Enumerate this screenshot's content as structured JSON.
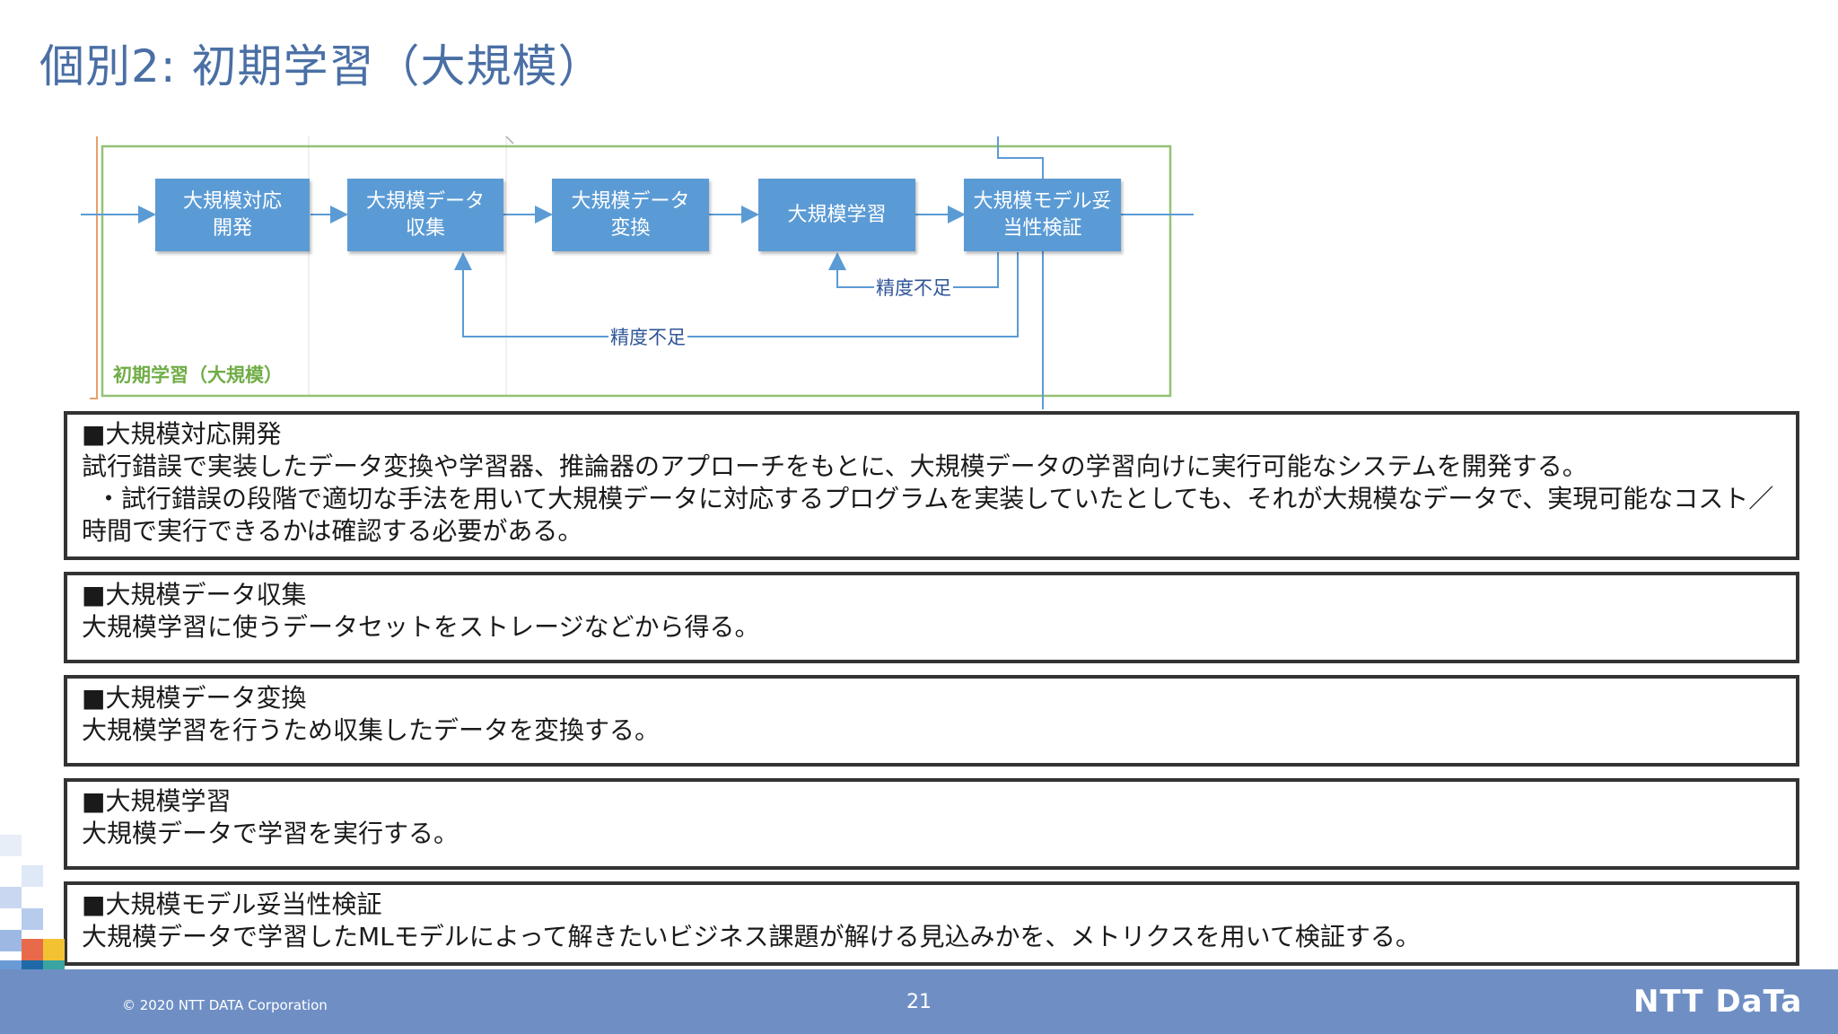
{
  "slide": {
    "title": "個別2: 初期学習（大規模）"
  },
  "diagram": {
    "group_label": "初期学習（大規模）",
    "boxes": [
      {
        "label_line1": "大規模対応",
        "label_line2": "開発"
      },
      {
        "label_line1": "大規模データ",
        "label_line2": "収集"
      },
      {
        "label_line1": "大規模データ",
        "label_line2": "変換"
      },
      {
        "label_line1": "大規模学習",
        "label_line2": ""
      },
      {
        "label_line1": "大規模モデル妥",
        "label_line2": "当性検証"
      }
    ],
    "loop_short_label": "精度不足",
    "loop_long_label": "精度不足",
    "colors": {
      "box": "#5b9bd5",
      "group_border": "#70ad47",
      "arrow": "#5b9bd5"
    }
  },
  "panels": [
    {
      "title": "■大規模対応開発",
      "lines": [
        "試行錯誤で実装したデータ変換や学習器、推論器のアプローチをもとに、大規模データの学習向けに実行可能なシステムを開発する。",
        "・試行錯誤の段階で適切な手法を用いて大規模データに対応するプログラムを実装していたとしても、それが大規模なデータで、実現可能なコスト／時間で実行できるかは確認する必要がある。"
      ]
    },
    {
      "title": "■大規模データ収集",
      "lines": [
        "大規模学習に使うデータセットをストレージなどから得る。"
      ]
    },
    {
      "title": "■大規模データ変換",
      "lines": [
        "大規模学習を行うため収集したデータを変換する。"
      ]
    },
    {
      "title": "■大規模学習",
      "lines": [
        "大規模データで学習を実行する。"
      ]
    },
    {
      "title": "■大規模モデル妥当性検証",
      "lines": [
        "大規模データで学習したMLモデルによって解きたいビジネス課題が解ける見込みかを、メトリクスを用いて検証する。"
      ]
    }
  ],
  "footer": {
    "copyright": "© 2020 NTT DATA Corporation",
    "page_number": "21",
    "logo_text": "NTT DaTa",
    "background": "#6f8fc4"
  }
}
